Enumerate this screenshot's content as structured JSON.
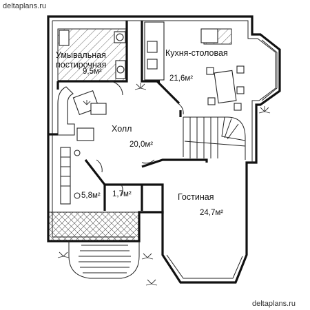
{
  "watermark_top": "deltaplans.ru",
  "watermark_bottom": "deltaplans.ru",
  "rooms": {
    "washroom": {
      "name_line1": "Умывальная",
      "name_line2": "постирочная",
      "area": "9,5м²"
    },
    "kitchen": {
      "name": "Кухня-столовая",
      "area": "21,6м²"
    },
    "hall": {
      "name": "Холл",
      "area": "20,0м²"
    },
    "living": {
      "name": "Гостиная",
      "area": "24,7м²"
    },
    "small_room": {
      "area": "5,8м²"
    },
    "closet": {
      "area": "1,7м²"
    }
  }
}
